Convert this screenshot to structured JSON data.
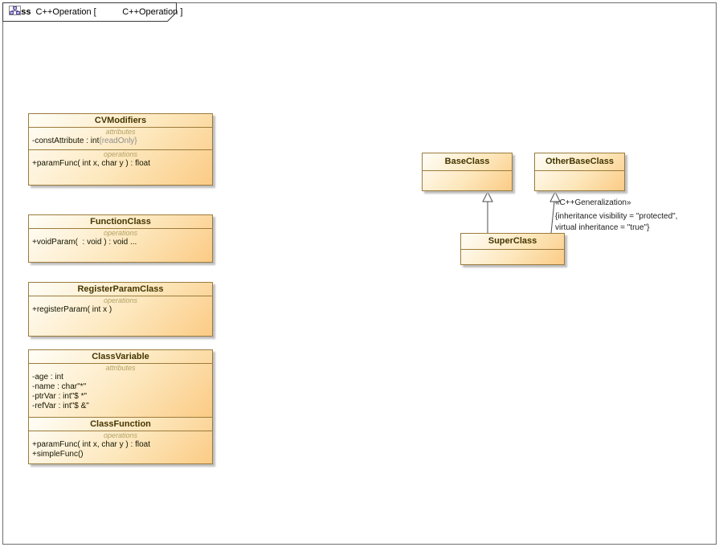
{
  "frame": {
    "keyword": "class",
    "name": "C++Operation [",
    "diagram_ref": "C++Operation ]"
  },
  "boxes": {
    "cv": {
      "title": "CVModifiers",
      "attr_label": "attributes",
      "op_label": "operations",
      "attr1_text": "-constAttribute : int",
      "attr1_tag": "{readOnly}",
      "op1": "+paramFunc( int x, char y ) : float"
    },
    "func": {
      "title": "FunctionClass",
      "op_label": "operations",
      "op1": "+voidParam(  : void ) : void ..."
    },
    "reg": {
      "title": "RegisterParamClass",
      "op_label": "operations",
      "op1": "+registerParam( int x )"
    },
    "var": {
      "title": "ClassVariable",
      "attr_label": "attributes",
      "attrs": [
        "-age : int",
        "-name : char\"*\"",
        "-ptrVar : int\"$ *\"",
        "-refVar : int\"$ &\""
      ]
    },
    "cfunc": {
      "title": "ClassFunction",
      "op_label": "operations",
      "ops": [
        "+paramFunc( int x, char y ) : float",
        "+simpleFunc()"
      ]
    },
    "base": {
      "title": "BaseClass"
    },
    "other": {
      "title": "OtherBaseClass"
    },
    "super": {
      "title": "SuperClass"
    }
  },
  "generalization": {
    "stereotype": "«C++Generalization»",
    "constraint1": "{inheritance visibility = \"protected\",",
    "constraint2": "virtual inheritance = \"true\"}"
  },
  "colors": {
    "class_fill_light": "#FFFEF8",
    "class_fill_dark": "#FBCB85",
    "class_border": "#9C7B3C",
    "section_label": "#B3A266",
    "readonly_tag": "#8F8F8F",
    "edge_line": "#4d4d4d"
  }
}
